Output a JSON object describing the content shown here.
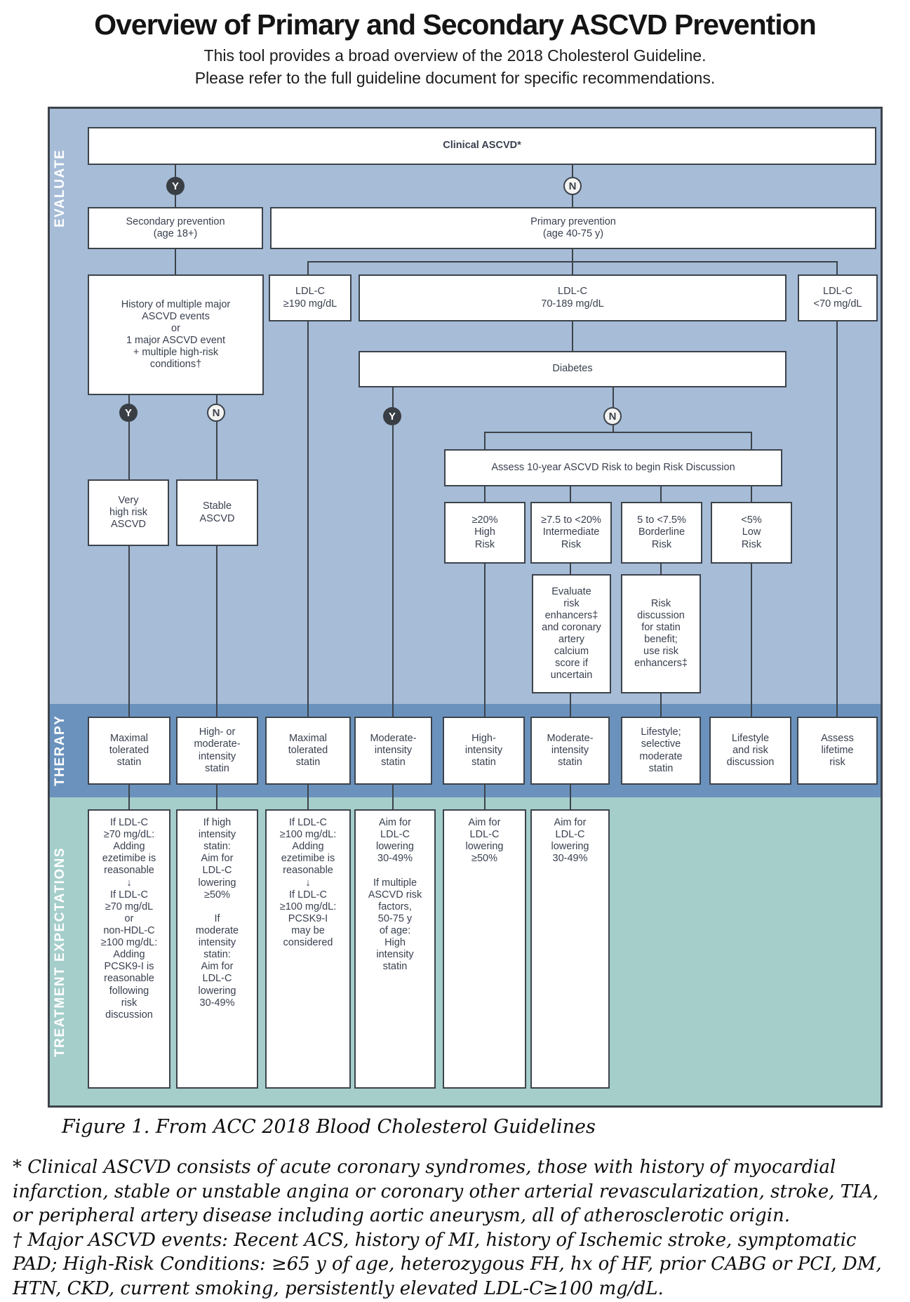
{
  "colors": {
    "evaluate_bg": "#a6bcd7",
    "therapy_bg": "#6b92bd",
    "treatment_bg": "#a5cecb",
    "line": "#3d434b",
    "box_text": "#39404f",
    "yes_circle_bg": "#393e44"
  },
  "header": {
    "title": "Overview of Primary and Secondary ASCVD Prevention",
    "subtitle_line1": "This tool provides a broad overview of the 2018 Cholesterol Guideline.",
    "subtitle_line2": "Please refer to the full guideline document for specific recommendations."
  },
  "section_labels": {
    "evaluate": "EVALUATE",
    "therapy": "THERAPY",
    "treatment": "TREATMENT EXPECTATIONS"
  },
  "decision": {
    "yes": "Y",
    "no": "N"
  },
  "evaluate": {
    "clinical_ascvd": "Clinical ASCVD*",
    "secondary_prevention": "Secondary prevention\n(age 18+)",
    "primary_prevention": "Primary prevention\n(age 40-75 y)",
    "history": "History of multiple major\nASCVD events\nor\n1 major ASCVD event\n+ multiple high-risk\nconditions†",
    "ldl_ge_190": "LDL-C\n≥190 mg/dL",
    "ldl_70_189": "LDL-C\n70-189 mg/dL",
    "ldl_lt_70": "LDL-C\n<70 mg/dL",
    "diabetes": "Diabetes",
    "very_high_risk": "Very\nhigh risk\nASCVD",
    "stable_ascvd": "Stable\nASCVD",
    "assess_risk": "Assess 10-year ASCVD Risk to begin Risk Discussion",
    "risk_high": "≥20%\nHigh\nRisk",
    "risk_intermediate": "≥7.5 to <20%\nIntermediate\nRisk",
    "risk_borderline": "5 to <7.5%\nBorderline\nRisk",
    "risk_low": "<5%\nLow\nRisk",
    "evaluate_enhancers": "Evaluate\nrisk\nenhancers‡\nand coronary\nartery\ncalcium\nscore if\nuncertain",
    "risk_discussion": "Risk\ndiscussion\nfor statin\nbenefit;\nuse risk\nenhancers‡"
  },
  "therapy": {
    "t1": "Maximal\ntolerated\nstatin",
    "t2": "High- or\nmoderate-\nintensity\nstatin",
    "t3": "Maximal\ntolerated\nstatin",
    "t4": "Moderate-\nintensity\nstatin",
    "t5": "High-\nintensity\nstatin",
    "t6": "Moderate-\nintensity\nstatin",
    "t7": "Lifestyle;\nselective\nmoderate\nstatin",
    "t8": "Lifestyle\nand risk\ndiscussion",
    "t9": "Assess\nlifetime\nrisk"
  },
  "treatment": {
    "e1": "If LDL-C\n≥70 mg/dL:\nAdding\nezetimibe is\nreasonable\n↓\nIf LDL-C\n≥70 mg/dL\nor\nnon-HDL-C\n≥100 mg/dL:\nAdding\nPCSK9-I is\nreasonable\nfollowing\nrisk\ndiscussion",
    "e2": "If high\nintensity\nstatin:\nAim for\nLDL-C\nlowering\n≥50%\n\nIf\nmoderate\nintensity\nstatin:\nAim for\nLDL-C\nlowering\n30-49%",
    "e3": "If LDL-C\n≥100 mg/dL:\nAdding\nezetimibe is\nreasonable\n↓\nIf LDL-C\n≥100 mg/dL:\nPCSK9-I\nmay be\nconsidered",
    "e4": "Aim for\nLDL-C\nlowering\n30-49%\n\nIf multiple\nASCVD risk\nfactors,\n50-75 y\nof age:\nHigh\nintensity\nstatin",
    "e5": "Aim for\nLDL-C\nlowering\n≥50%",
    "e6": "Aim for\nLDL-C\nlowering\n30-49%"
  },
  "footer": {
    "figure_caption": "Figure 1. From ACC 2018 Blood Cholesterol Guidelines",
    "footnote_asterisk": "* Clinical ASCVD consists of acute coronary syndromes, those with history of myocardial infarction, stable or unstable angina or coronary other arterial revascularization, stroke, TIA, or peripheral artery disease including aortic aneurysm, all of atherosclerotic origin.",
    "footnote_dagger": "† Major ASCVD events: Recent ACS, history of MI, history of Ischemic stroke, symptomatic PAD; High-Risk Conditions: ≥65 y of age, heterozygous FH, hx of HF, prior CABG or PCI, DM, HTN, CKD, current smoking, persistently elevated LDL-C≥100 mg/dL."
  }
}
